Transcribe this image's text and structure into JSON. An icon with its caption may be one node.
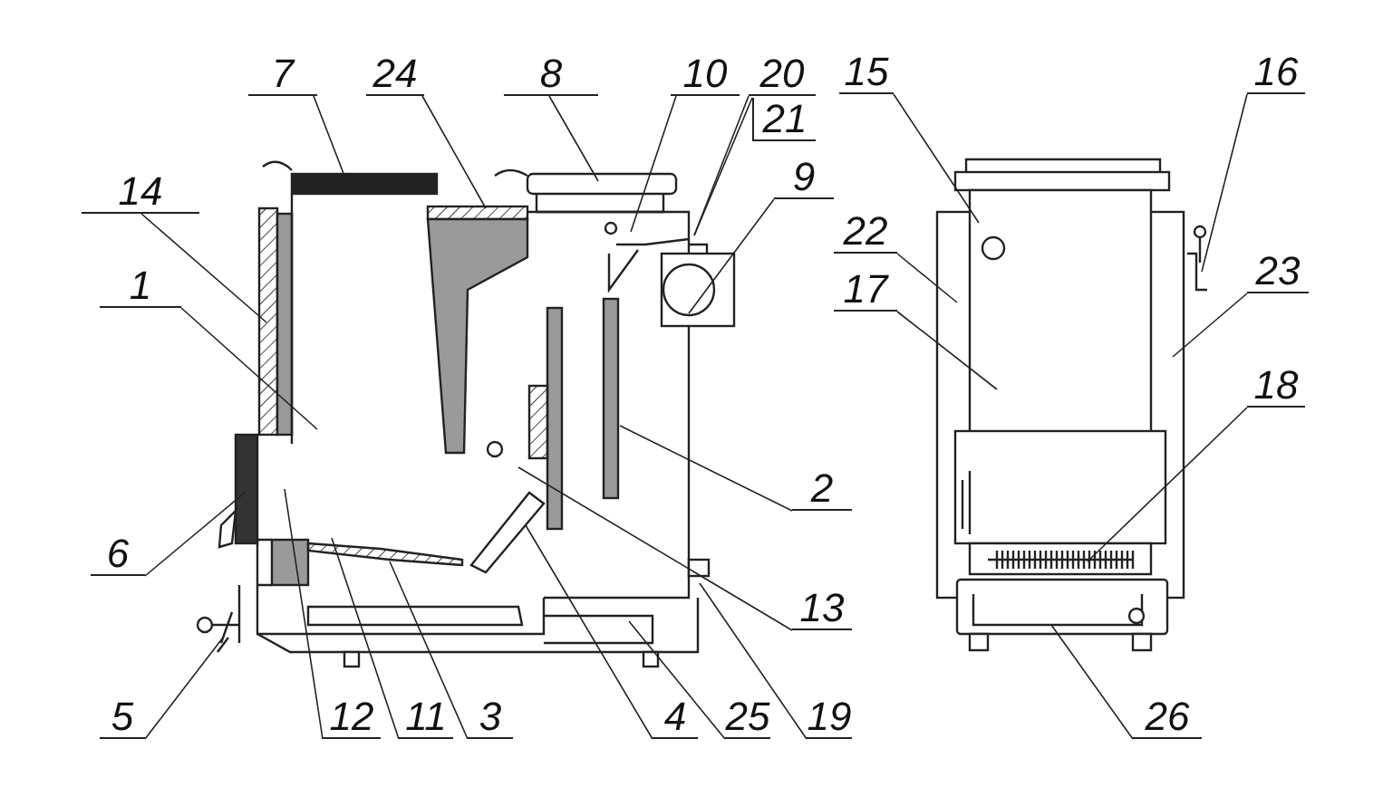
{
  "diagram": {
    "nodes": [
      {
        "text": [
          "7"
        ]
      },
      {
        "text": [
          "24"
        ]
      },
      {
        "text": [
          "8"
        ]
      },
      {
        "text": [
          "10"
        ]
      },
      {
        "text": [
          "20"
        ]
      },
      {
        "text": [
          "21"
        ]
      },
      {
        "text": [
          "9"
        ]
      },
      {
        "text": [
          "15"
        ]
      },
      {
        "text": [
          "16"
        ]
      },
      {
        "text": [
          "14"
        ]
      },
      {
        "text": [
          "22"
        ]
      },
      {
        "text": [
          "1"
        ]
      },
      {
        "text": [
          "17"
        ]
      },
      {
        "text": [
          "23"
        ]
      },
      {
        "text": [
          "18"
        ]
      },
      {
        "text": [
          "2"
        ]
      },
      {
        "text": [
          "6"
        ]
      },
      {
        "text": [
          "13"
        ]
      },
      {
        "text": [
          "5"
        ]
      },
      {
        "text": [
          "12"
        ]
      },
      {
        "text": [
          "11"
        ]
      },
      {
        "text": [
          "3"
        ]
      },
      {
        "text": [
          "4"
        ]
      },
      {
        "text": [
          "25"
        ]
      },
      {
        "text": [
          "19"
        ]
      },
      {
        "text": [
          "26"
        ]
      }
    ],
    "edges": [
      {
        "from": 0,
        "to": null,
        "arrow": "none"
      },
      {
        "from": 1,
        "to": null,
        "arrow": "none"
      },
      {
        "from": 2,
        "to": null,
        "arrow": "none"
      },
      {
        "from": 3,
        "to": null,
        "arrow": "none"
      },
      {
        "from": 4,
        "to": null,
        "arrow": "none"
      },
      {
        "from": 5,
        "to": null,
        "arrow": "none"
      },
      {
        "from": 6,
        "to": null,
        "arrow": "none"
      },
      {
        "from": 7,
        "to": null,
        "arrow": "none"
      },
      {
        "from": 8,
        "to": null,
        "arrow": "none"
      },
      {
        "from": 9,
        "to": null,
        "arrow": "none"
      },
      {
        "from": 10,
        "to": null,
        "arrow": "none"
      },
      {
        "from": 11,
        "to": null,
        "arrow": "none"
      },
      {
        "from": 12,
        "to": null,
        "arrow": "none"
      },
      {
        "from": 13,
        "to": null,
        "arrow": "none"
      },
      {
        "from": 14,
        "to": null,
        "arrow": "none"
      },
      {
        "from": 15,
        "to": null,
        "arrow": "none"
      },
      {
        "from": 16,
        "to": null,
        "arrow": "none"
      },
      {
        "from": 17,
        "to": null,
        "arrow": "none"
      },
      {
        "from": 18,
        "to": null,
        "arrow": "none"
      },
      {
        "from": 19,
        "to": null,
        "arrow": "none"
      },
      {
        "from": 20,
        "to": null,
        "arrow": "none"
      },
      {
        "from": 21,
        "to": null,
        "arrow": "none"
      },
      {
        "from": 22,
        "to": null,
        "arrow": "none"
      },
      {
        "from": 23,
        "to": null,
        "arrow": "none"
      },
      {
        "from": 24,
        "to": null,
        "arrow": "none"
      },
      {
        "from": 25,
        "to": null,
        "arrow": "none"
      }
    ]
  }
}
